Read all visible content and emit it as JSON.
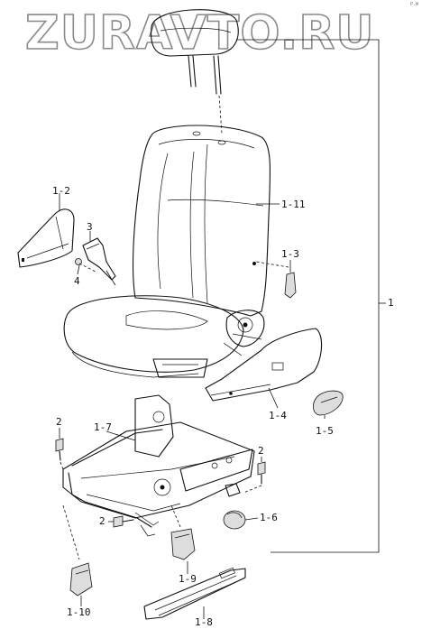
{
  "watermark": {
    "text": "ZURAVTO.RU"
  },
  "corner_mark": "P.W",
  "callouts": [
    {
      "id": "1",
      "name": "callout-1"
    },
    {
      "id": "1-2",
      "name": "callout-1-2"
    },
    {
      "id": "3",
      "name": "callout-3"
    },
    {
      "id": "4",
      "name": "callout-4"
    },
    {
      "id": "1-11",
      "name": "callout-1-11"
    },
    {
      "id": "1-3",
      "name": "callout-1-3"
    },
    {
      "id": "1-4",
      "name": "callout-1-4"
    },
    {
      "id": "1-5",
      "name": "callout-1-5"
    },
    {
      "id": "2",
      "name": "callout-2-left"
    },
    {
      "id": "1-7",
      "name": "callout-1-7"
    },
    {
      "id": "2",
      "name": "callout-2-right"
    },
    {
      "id": "2",
      "name": "callout-2-bottom"
    },
    {
      "id": "1-6",
      "name": "callout-1-6"
    },
    {
      "id": "1-9",
      "name": "callout-1-9"
    },
    {
      "id": "1-10",
      "name": "callout-1-10"
    },
    {
      "id": "1-8",
      "name": "callout-1-8"
    }
  ],
  "colors": {
    "ink": "#111111",
    "paper": "#ffffff",
    "watermark_stroke": "#8a8a8a"
  }
}
